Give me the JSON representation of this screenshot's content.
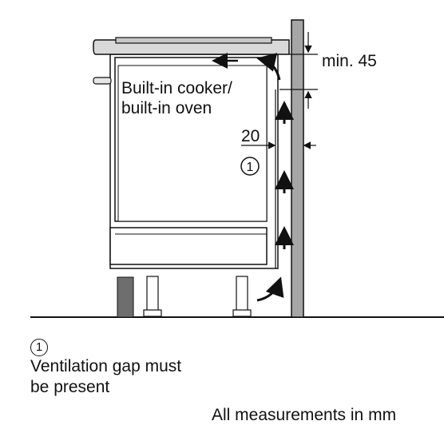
{
  "diagram": {
    "appliance_label_line1": "Built-in cooker/",
    "appliance_label_line2": "built-in oven",
    "dim_top_label": "min. 45",
    "dim_side_label": "20",
    "callout_number": "1"
  },
  "legend": {
    "number": "1",
    "line1": "Ventilation gap must",
    "line2": "be present"
  },
  "footer": {
    "note": "All measurements in mm"
  },
  "colors": {
    "worktop": "#d9d9d9",
    "wall": "#a6a6a6",
    "plinth": "#6e6e6e",
    "line": "#111111"
  }
}
